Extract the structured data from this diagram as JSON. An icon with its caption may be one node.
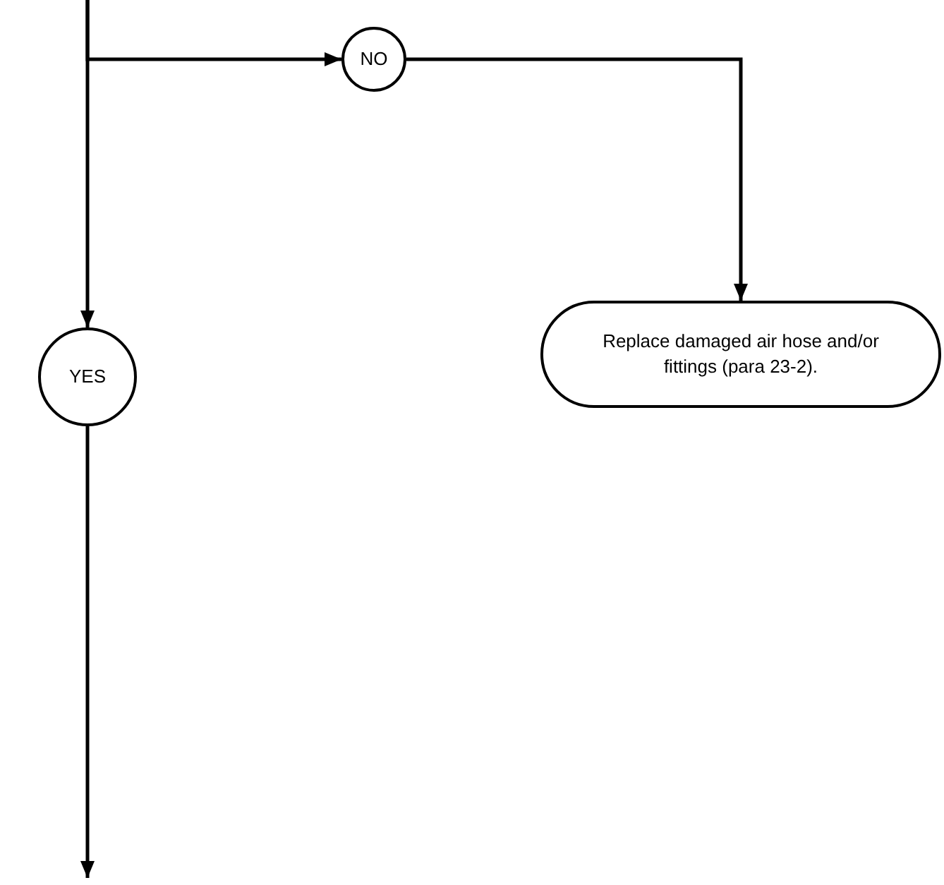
{
  "diagram": {
    "nodes": [
      {
        "text": [
          "NO"
        ]
      },
      {
        "text": [
          "YES"
        ]
      },
      {
        "text": [
          "Replace damaged air hose and/or fittings (para 23-2)."
        ]
      }
    ],
    "edges": [
      {
        "from": null,
        "to": 0,
        "arrow": "to"
      },
      {
        "from": null,
        "to": 1,
        "arrow": "to"
      },
      {
        "from": 1,
        "to": null,
        "arrow": "to"
      },
      {
        "from": 0,
        "to": 2,
        "arrow": "to"
      }
    ]
  }
}
